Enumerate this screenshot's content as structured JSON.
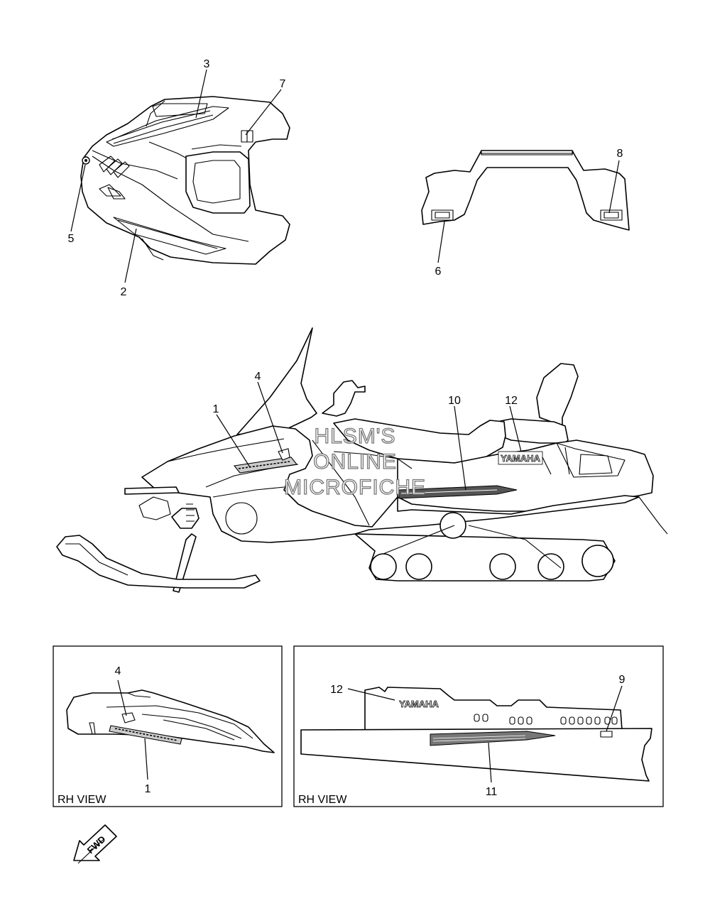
{
  "callouts": {
    "c1": "1",
    "c2": "2",
    "c3": "3",
    "c4": "4",
    "c5": "5",
    "c6": "6",
    "c7": "7",
    "c8": "8",
    "c9": "9",
    "c10": "10",
    "c11": "11",
    "c12": "12"
  },
  "panels": {
    "left_label": "RH VIEW",
    "right_label": "RH VIEW"
  },
  "watermark": {
    "line1": "HLSM'S",
    "line2": "ONLINE",
    "line3": "MICROFICHE"
  },
  "decals": {
    "yamaha_main": "YAMAHA",
    "yamaha_panel": "YAMAHA"
  },
  "fwd_arrow": "FWD"
}
